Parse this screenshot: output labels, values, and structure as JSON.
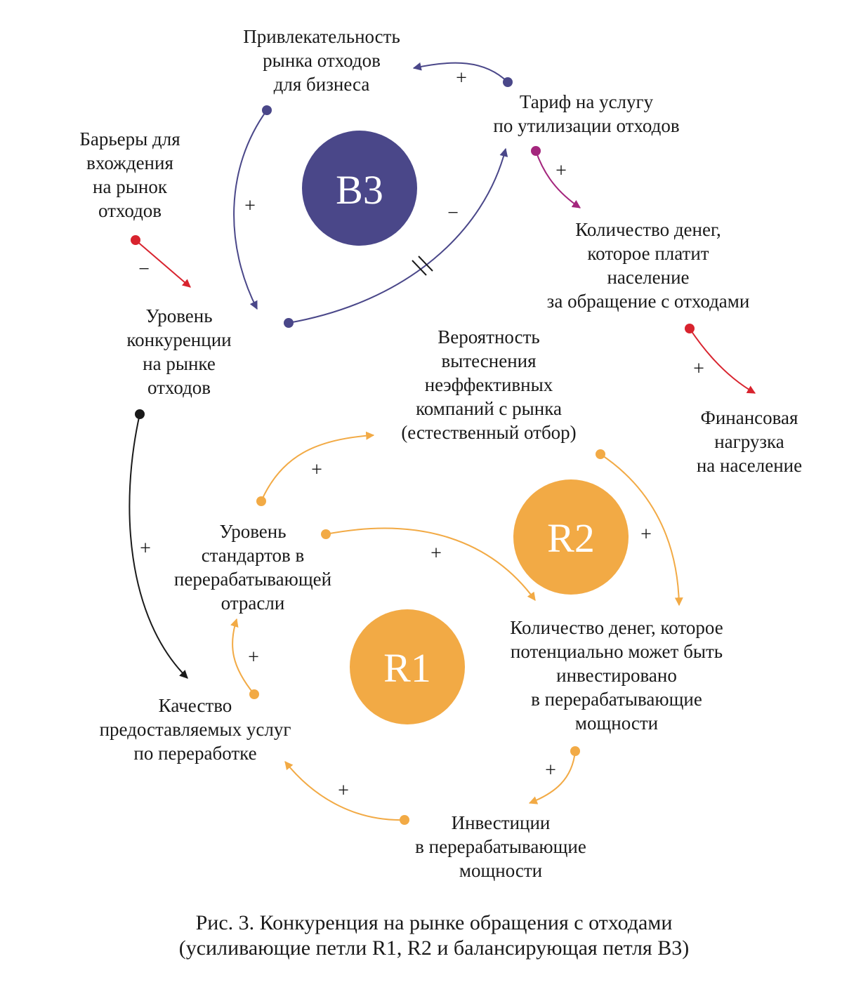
{
  "colors": {
    "b3": "#4a4789",
    "purple": "#4a4789",
    "magenta": "#a4267d",
    "red": "#d8232e",
    "black": "#1a1a1a",
    "orange": "#f2aa45",
    "loop_label_text": "#ffffff"
  },
  "loops": {
    "b3": "B3",
    "r1": "R1",
    "r2": "R2"
  },
  "nodes": {
    "attractiveness": [
      "Привлекательность",
      "рынка отходов",
      "для бизнеса"
    ],
    "tariff": [
      "Тариф на услугу",
      "по утилизации отходов"
    ],
    "barriers": [
      "Барьеры для",
      "вхождения",
      "на рынок",
      "отходов"
    ],
    "money_paid": [
      "Количество денег,",
      "которое платит",
      "население",
      "за обращение с отходами"
    ],
    "competition": [
      "Уровень",
      "конкуренции",
      "на рынке",
      "отходов"
    ],
    "displacement": [
      "Вероятность",
      "вытеснения",
      "неэффективных",
      "компаний с рынка",
      "(естественный отбор)"
    ],
    "financial_burden": [
      "Финансовая",
      "нагрузка",
      "на население"
    ],
    "standards": [
      "Уровень",
      "стандартов в",
      "перерабатывающей",
      "отрасли"
    ],
    "potential_money": [
      "Количество денег, которое",
      "потенциально может быть",
      "инвестировано",
      "в перерабатывающие",
      "мощности"
    ],
    "quality": [
      "Качество",
      "предоставляемых услуг",
      "по переработке"
    ],
    "investments": [
      "Инвестиции",
      "в перерабатывающие",
      "мощности"
    ]
  },
  "polarity": {
    "tariff_to_attractiveness": "+",
    "attractiveness_to_competition": "+",
    "competition_to_tariff": "−",
    "tariff_to_money_paid": "+",
    "barriers_to_competition": "−",
    "money_paid_to_burden": "+",
    "standards_to_displacement": "+",
    "displacement_to_potential": "+",
    "standards_to_potential": "+",
    "competition_to_quality": "+",
    "quality_to_standards": "+",
    "potential_to_investments": "+",
    "investments_to_quality": "+"
  },
  "caption": {
    "line1": "Рис. 3. Конкуренция на рынке обращения с отходами",
    "line2": "(усиливающие петли R1, R2 и балансирующая петля B3)"
  }
}
